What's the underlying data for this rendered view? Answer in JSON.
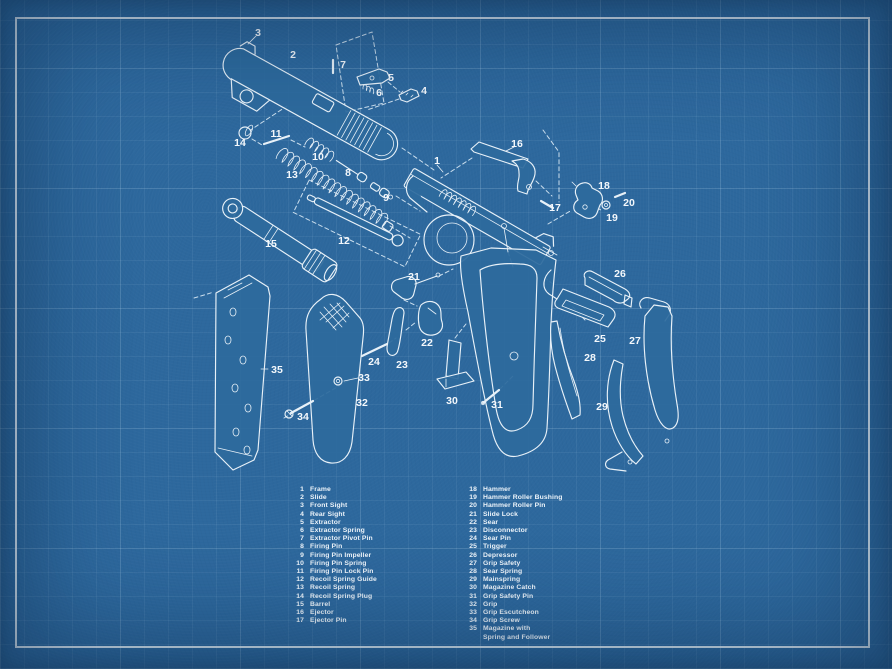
{
  "meta": {
    "description": "Blueprint-style exploded parts diagram of a pistol with numbered callouts and a two-column parts legend"
  },
  "colors": {
    "paper": "#2d689d",
    "grid_line": "#6aa0c8",
    "art_line": "#e8f1f8",
    "callout_text": "#f4f8fc",
    "border": "#e8f1f8",
    "legend_text": "#edf4fa"
  },
  "callouts": [
    "1",
    "2",
    "3",
    "4",
    "5",
    "6",
    "7",
    "8",
    "9",
    "10",
    "11",
    "12",
    "13",
    "14",
    "15",
    "16",
    "17",
    "18",
    "19",
    "20",
    "21",
    "22",
    "23",
    "24",
    "25",
    "26",
    "27",
    "28",
    "29",
    "30",
    "31",
    "32",
    "33",
    "34",
    "35"
  ],
  "legend": {
    "left": [
      {
        "num": "1",
        "name": "Frame"
      },
      {
        "num": "2",
        "name": "Slide"
      },
      {
        "num": "3",
        "name": "Front Sight"
      },
      {
        "num": "4",
        "name": "Rear Sight"
      },
      {
        "num": "5",
        "name": "Extractor"
      },
      {
        "num": "6",
        "name": "Extractor Spring"
      },
      {
        "num": "7",
        "name": "Extractor Pivot Pin"
      },
      {
        "num": "8",
        "name": "Firing Pin"
      },
      {
        "num": "9",
        "name": "Firing Pin Impeller"
      },
      {
        "num": "10",
        "name": "Firing Pin Spring"
      },
      {
        "num": "11",
        "name": "Firing Pin Lock Pin"
      },
      {
        "num": "12",
        "name": "Recoil Spring Guide"
      },
      {
        "num": "13",
        "name": "Recoil Spring"
      },
      {
        "num": "14",
        "name": "Recoil Spring Plug"
      },
      {
        "num": "15",
        "name": "Barrel"
      },
      {
        "num": "16",
        "name": "Ejector"
      },
      {
        "num": "17",
        "name": "Ejector Pin"
      }
    ],
    "right": [
      {
        "num": "18",
        "name": "Hammer"
      },
      {
        "num": "19",
        "name": "Hammer Roller Bushing"
      },
      {
        "num": "20",
        "name": "Hammer Roller Pin"
      },
      {
        "num": "21",
        "name": "Slide Lock"
      },
      {
        "num": "22",
        "name": "Sear"
      },
      {
        "num": "23",
        "name": "Disconnector"
      },
      {
        "num": "24",
        "name": "Sear Pin"
      },
      {
        "num": "25",
        "name": "Trigger"
      },
      {
        "num": "26",
        "name": "Depressor"
      },
      {
        "num": "27",
        "name": "Grip Safety"
      },
      {
        "num": "28",
        "name": "Sear Spring"
      },
      {
        "num": "29",
        "name": "Mainspring"
      },
      {
        "num": "30",
        "name": "Magazine Catch"
      },
      {
        "num": "31",
        "name": "Grip Safety Pin"
      },
      {
        "num": "32",
        "name": "Grip"
      },
      {
        "num": "33",
        "name": "Grip Escutcheon"
      },
      {
        "num": "34",
        "name": "Grip Screw"
      },
      {
        "num": "35",
        "name": "Magazine with",
        "name2": "Spring and Follower"
      }
    ]
  }
}
